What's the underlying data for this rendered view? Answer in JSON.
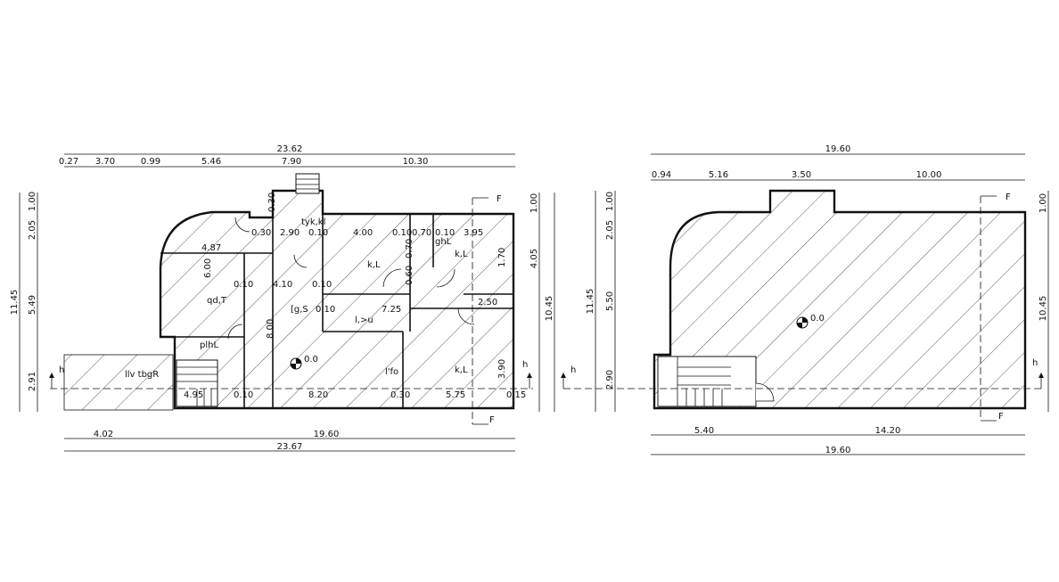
{
  "colors": {
    "line": "#111111",
    "hatch": "#333333",
    "background": "#ffffff"
  },
  "icons": {
    "level_marker": "level-marker-icon",
    "section_arrow": "section-arrow-icon"
  },
  "left_plan": {
    "top_total": "23.62",
    "top_segments": [
      "0.27",
      "3.70",
      "0.99",
      "5.46",
      "7.90",
      "10.30"
    ],
    "bottom_segments": [
      "4.02",
      "19.60"
    ],
    "bottom_total": "23.67",
    "left_outer": "11.45",
    "left_inner": [
      "1.00",
      "2.05",
      "5.49",
      "2.91"
    ],
    "right_inner": [
      "1.00",
      "4.05",
      "3.90"
    ],
    "right_outer": "10.45",
    "interior_dims": [
      "0.30",
      "2.90",
      "0.10",
      "4.00",
      "0.10",
      "0.70",
      "0.10",
      "3.95",
      "4.87",
      "6.00",
      "0.10",
      "4.10",
      "0.10",
      "0.10",
      "7.25",
      "2.50",
      "8.00",
      "4.95",
      "8.20",
      "5.75",
      "0.30",
      "0.10",
      "0.15",
      "0.60",
      "0.70",
      "0.30",
      "1.70"
    ],
    "rooms": [
      "tyk,kl",
      "k,L",
      "k,L",
      "ghL",
      "qd,T",
      "[g,S",
      "l,>u",
      "plhL",
      "l'fo",
      "k,L",
      "llv tbgR"
    ],
    "level": "0.0",
    "section_label": "h",
    "cut_label": "F"
  },
  "right_plan": {
    "top_total": "19.60",
    "top_segments": [
      "0.94",
      "5.16",
      "3.50",
      "10.00"
    ],
    "bottom_segments": [
      "5.40",
      "14.20"
    ],
    "bottom_total": "19.60",
    "left_outer": "11.45",
    "left_inner": [
      "1.00",
      "2.05",
      "5.50",
      "2.90"
    ],
    "right_inner": [
      "1.00"
    ],
    "right_outer": "10.45",
    "level": "0.0",
    "section_label": "h",
    "cut_label": "F"
  }
}
